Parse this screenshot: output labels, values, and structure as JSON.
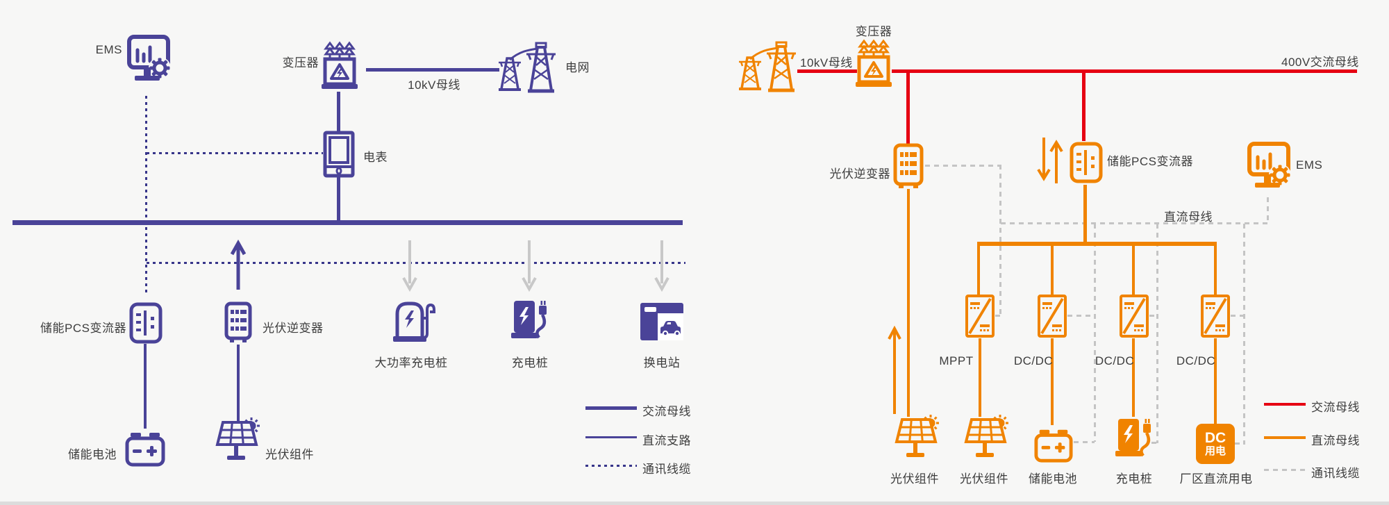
{
  "colors": {
    "left_primary": "#4a4398",
    "left_comm": "#37358a",
    "arrow_gray": "#c8c8c8",
    "orange": "#f08300",
    "red": "#e60012",
    "comm_gray": "#c4c4c4",
    "text": "#3d3d3d",
    "bg": "#f7f7f6"
  },
  "left": {
    "ems_label": "EMS",
    "transformer_label": "变压器",
    "bus10kv_label": "10kV母线",
    "grid_label": "电网",
    "meter_label": "电表",
    "pcs_label": "储能PCS变流器",
    "pv_inverter_label": "光伏逆变器",
    "hp_charger_label": "大功率充电桩",
    "charger_label": "充电桩",
    "swap_station_label": "换电站",
    "battery_label": "储能电池",
    "pv_module_label": "光伏组件",
    "legend": [
      {
        "label": "交流母线",
        "style": "solid-thick-purple"
      },
      {
        "label": "直流支路",
        "style": "solid-purple"
      },
      {
        "label": "通讯线缆",
        "style": "dotted-purple"
      }
    ]
  },
  "right": {
    "transformer_label": "变压器",
    "bus10kv_label": "10kV母线",
    "bus400v_label": "400V交流母线",
    "pv_inverter_label": "光伏逆变器",
    "pcs_label": "储能PCS变流器",
    "ems_label": "EMS",
    "dc_bus_label": "直流母线",
    "converters": [
      {
        "label": "MPPT"
      },
      {
        "label": "DC/DC"
      },
      {
        "label": "DC/DC"
      },
      {
        "label": "DC/DC"
      }
    ],
    "pv_module1_label": "光伏组件",
    "pv_module2_label": "光伏组件",
    "battery_label": "储能电池",
    "charger_label": "充电桩",
    "dc_load_line1": "DC",
    "dc_load_line2": "用电",
    "dc_load_label": "厂区直流用电",
    "legend": [
      {
        "label": "交流母线",
        "style": "solid-red"
      },
      {
        "label": "直流母线",
        "style": "solid-orange"
      },
      {
        "label": "通讯线缆",
        "style": "dashed-gray"
      }
    ]
  }
}
